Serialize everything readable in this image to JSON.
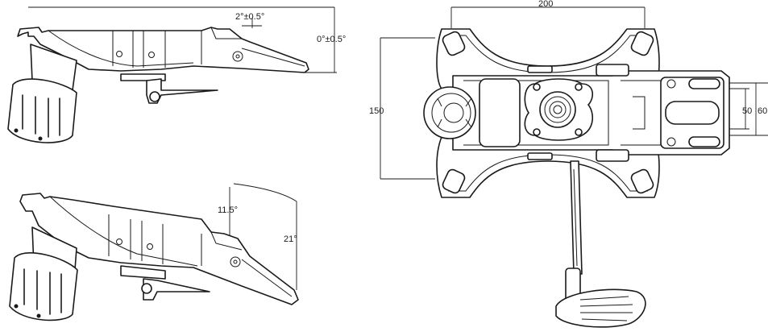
{
  "labels": {
    "top_angle": "2°±0.5°",
    "side_angle": "0°±0.5°",
    "tilt_small": "11.5°",
    "tilt_large": "21°",
    "width": "200",
    "height": "150",
    "inner_50": "50",
    "inner_60": "60"
  }
}
